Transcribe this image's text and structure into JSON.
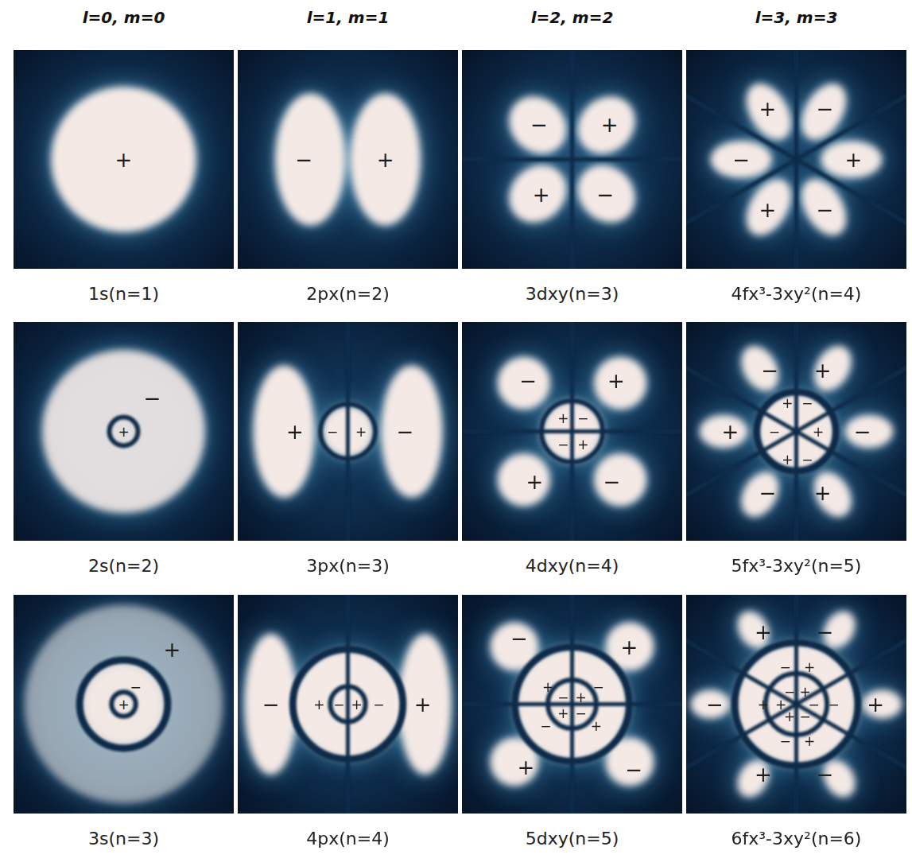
{
  "diagram": {
    "labels": [
      "l=0, m=0",
      "l=1, m=1",
      "l=2, m=2",
      "l=3, m=3",
      "+",
      "−",
      "+",
      "−",
      "+",
      "+",
      "−",
      "+",
      "−",
      "−",
      "+",
      "+",
      "−",
      "1s(n=1)",
      "2px(n=2)",
      "3dxy(n=3)",
      "4fx³-3xy²(n=4)",
      "+",
      "−",
      "+",
      "−",
      "+",
      "−",
      "−",
      "+",
      "+",
      "−",
      "−",
      "+",
      "+",
      "−",
      "−",
      "+",
      "+",
      "−",
      "−",
      "+",
      "+",
      "−",
      "−",
      "+",
      "+",
      "−",
      "2s(n=2)",
      "3px(n=3)",
      "4dxy(n=4)",
      "5fx³-3xy²(n=5)",
      "+",
      "−",
      "+",
      "−",
      "+",
      "−",
      "+",
      "−",
      "+",
      "−",
      "+",
      "+",
      "−",
      "+",
      "−",
      "−",
      "+",
      "+",
      "−",
      "−",
      "+",
      "+",
      "−",
      "−",
      "+",
      "+",
      "−",
      "−",
      "+",
      "+",
      "−",
      "−",
      "+",
      "−",
      "+",
      "+",
      "−",
      "+",
      "−",
      "3s(n=3)",
      "4px(n=4)",
      "5dxy(n=5)",
      "6fx³-3xy²(n=6)"
    ]
  }
}
